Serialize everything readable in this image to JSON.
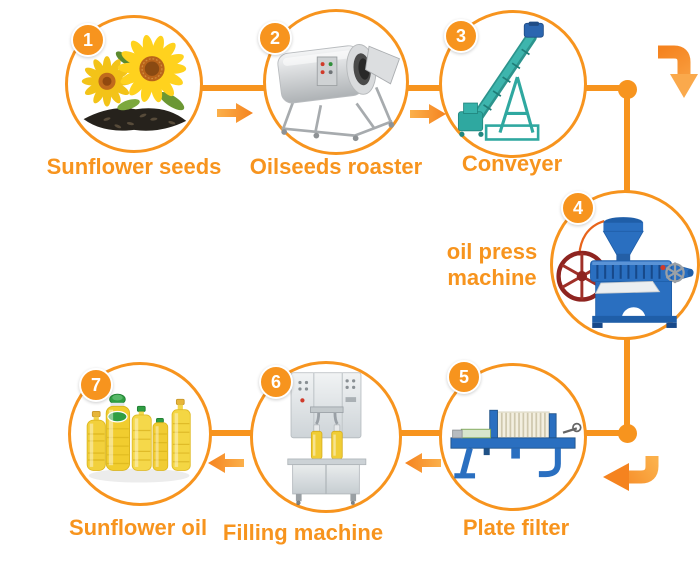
{
  "flow": {
    "steps": [
      {
        "number": "1",
        "label": "Sunflower seeds",
        "image": "sunflower-seeds"
      },
      {
        "number": "2",
        "label": "Oilseeds roaster",
        "image": "oilseeds-roaster"
      },
      {
        "number": "3",
        "label": "Conveyer",
        "image": "screw-conveyer"
      },
      {
        "number": "4",
        "label": "oil press machine",
        "image": "oil-press-machine"
      },
      {
        "number": "5",
        "label": "Plate filter",
        "image": "plate-filter"
      },
      {
        "number": "6",
        "label": "Filling machine",
        "image": "filling-machine"
      },
      {
        "number": "7",
        "label": "Sunflower oil",
        "image": "sunflower-oil-bottles"
      }
    ],
    "sequence": "1 > 2 > 3 > 4 > 5 > 6 > 7",
    "colors": {
      "accent": "#f7941e",
      "arrow_light": "#fbb04b",
      "arrow_dark": "#f5831f"
    }
  }
}
